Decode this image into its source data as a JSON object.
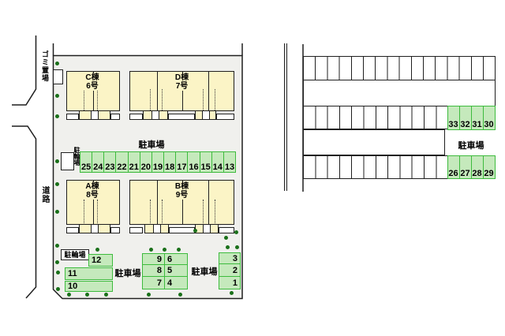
{
  "site": {
    "labels": {
      "garbage": "ゴミ置場",
      "road": "道路",
      "bicycle_upper": "駐輪場",
      "bicycle_lower": "駐輪場",
      "parking_upper": "駐車場",
      "parking_lower_left": "駐車場",
      "parking_lower_right": "駐車場"
    },
    "buildings": [
      {
        "name": "C",
        "label": "C棟\n6号"
      },
      {
        "name": "D",
        "label": "D棟\n7号"
      },
      {
        "name": "A",
        "label": "A棟\n8号"
      },
      {
        "name": "B",
        "label": "B棟\n9号"
      }
    ],
    "parking_row_upper": {
      "numbers": [
        "25",
        "24",
        "23",
        "22",
        "21",
        "20",
        "19",
        "18",
        "17",
        "16",
        "15",
        "14",
        "13"
      ]
    },
    "parking_lower_left": {
      "numbers": [
        "12",
        "11",
        "10"
      ]
    },
    "parking_lower_middle": {
      "rows": [
        [
          "9",
          "6"
        ],
        [
          "8",
          "5"
        ],
        [
          "7",
          "4"
        ]
      ]
    },
    "parking_lower_right": {
      "numbers": [
        "3",
        "2",
        "1"
      ]
    }
  },
  "right_lot": {
    "label": "駐車場",
    "green_row_middle": [
      "33",
      "32",
      "31",
      "30"
    ],
    "green_row_bottom": [
      "26",
      "27",
      "28",
      "29"
    ]
  },
  "colors": {
    "building_fill": "#fbf4c6",
    "parking_fill": "#c5e9bc",
    "parking_border": "#3dbb3d",
    "site_fill": "#f0f0ed",
    "line": "#1f1f1f",
    "tree_dot": "#1a701a"
  }
}
